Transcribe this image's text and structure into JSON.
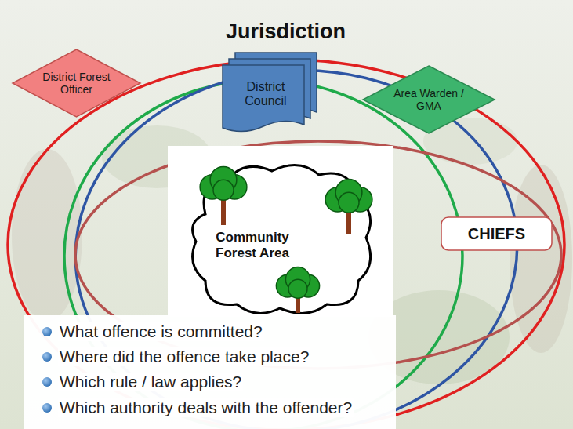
{
  "diagram": {
    "title": "Jurisdiction",
    "nodes": [
      {
        "text": [
          "District Forest Officer"
        ]
      },
      {
        "text": [
          "District Council"
        ]
      },
      {
        "text": [
          "Area Warden / GMA"
        ]
      },
      {
        "text": [
          "Community Forest Area"
        ]
      },
      {
        "text": [
          "CHIEFS"
        ]
      }
    ],
    "labels": [
      "What offence is committed?",
      "Where did the offence take place?",
      "Which rule / law applies?",
      "Which authority deals with the offender?"
    ]
  }
}
